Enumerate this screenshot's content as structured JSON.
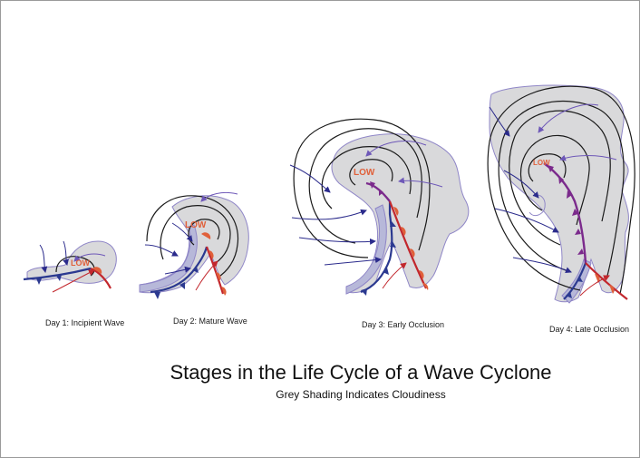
{
  "title": "Stages in the Life Cycle of a Wave Cyclone",
  "subtitle": "Grey Shading Indicates Cloudiness",
  "low_label": "LOW",
  "stages": [
    {
      "label": "Day 1: Incipient Wave"
    },
    {
      "label": "Day 2: Mature Wave"
    },
    {
      "label": "Day 3: Early Occlusion"
    },
    {
      "label": "Day 4: Late Occlusion"
    }
  ],
  "colors": {
    "cloud": "#d9d9db",
    "cloud_edge": "#8f86c7",
    "cold_front": "#2b3990",
    "warm_front": "#c2272d",
    "occluded_front": "#7b2a8c",
    "low_text": "#e0603a",
    "isobar": "#1a1a1a"
  }
}
